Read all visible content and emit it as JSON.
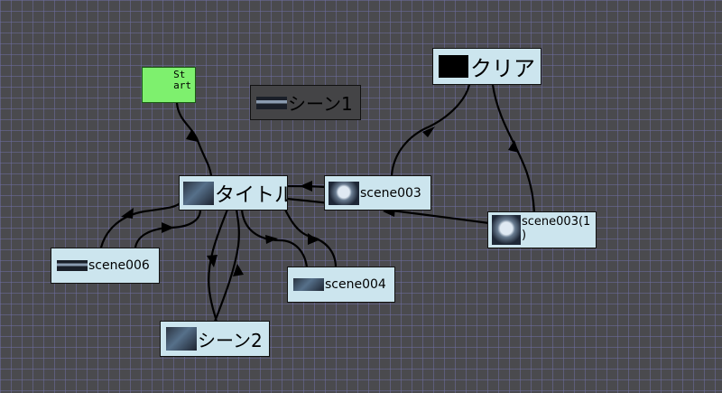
{
  "nodes": {
    "start": {
      "label_line1": "St",
      "label_line2": "art",
      "color": "#7ef06e"
    },
    "scene1": {
      "label": "シーン1"
    },
    "clear": {
      "label": "クリア"
    },
    "title": {
      "label": "タイトル"
    },
    "scene003": {
      "label": "scene003"
    },
    "scene003_1": {
      "label_line1": "scene003(1",
      "label_line2": ")"
    },
    "scene006": {
      "label": "scene006"
    },
    "scene004": {
      "label": "scene004"
    },
    "scene2": {
      "label": "シーン2"
    }
  },
  "colors": {
    "background": "#4a4a4e",
    "node_fill": "#cce5ee",
    "start_fill": "#7ef06e",
    "edge": "#000000"
  },
  "icons": {
    "thumbnail": "scene-thumbnail-icon",
    "arrow": "arrowhead-icon"
  }
}
